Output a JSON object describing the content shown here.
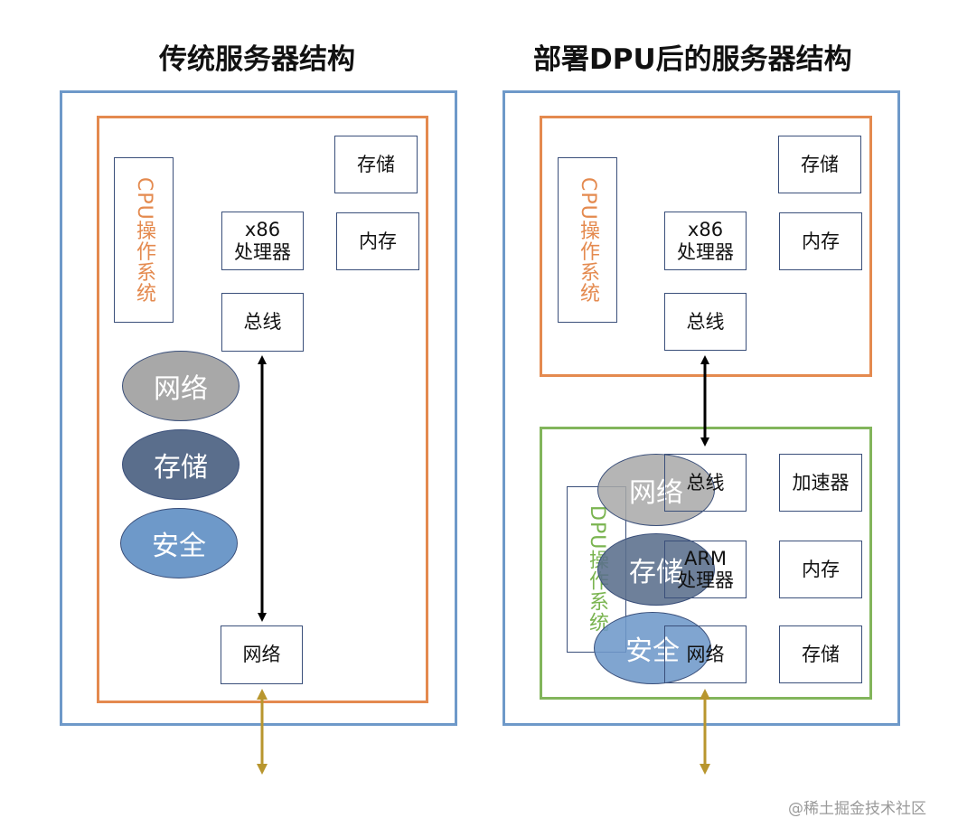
{
  "left": {
    "title": "传统服务器结构",
    "os_label": "CPU操作系统",
    "storage": "存储",
    "memory": "内存",
    "cpu_line1": "x86",
    "cpu_line2": "处理器",
    "bus": "总线",
    "network_ellipse": "网络",
    "storage_ellipse": "存储",
    "security_ellipse": "安全",
    "network_box": "网络"
  },
  "right": {
    "title": "部署DPU后的服务器结构",
    "cpu_os_label": "CPU操作系统",
    "storage": "存储",
    "memory": "内存",
    "cpu_line1": "x86",
    "cpu_line2": "处理器",
    "bus": "总线",
    "dpu_os_label": "DPU操作系统",
    "dpu_bus": "总线",
    "accelerator": "加速器",
    "arm_line1": "ARM",
    "arm_line2": "处理器",
    "dpu_memory": "内存",
    "dpu_network": "网络",
    "dpu_storage": "存储",
    "network_ellipse": "网络",
    "storage_ellipse": "存储",
    "security_ellipse": "安全"
  },
  "watermark": "@稀土掘金技术社区",
  "colors": {
    "server_frame": "#6e99c9",
    "cpu_frame": "#e48a4f",
    "dpu_frame": "#82b55b",
    "internal_arrow": "#000000",
    "external_arrow": "#b8962e",
    "network_ellipse": "#a8a8a8",
    "storage_ellipse": "#5a6e8c",
    "security_ellipse": "#6e99c9"
  }
}
